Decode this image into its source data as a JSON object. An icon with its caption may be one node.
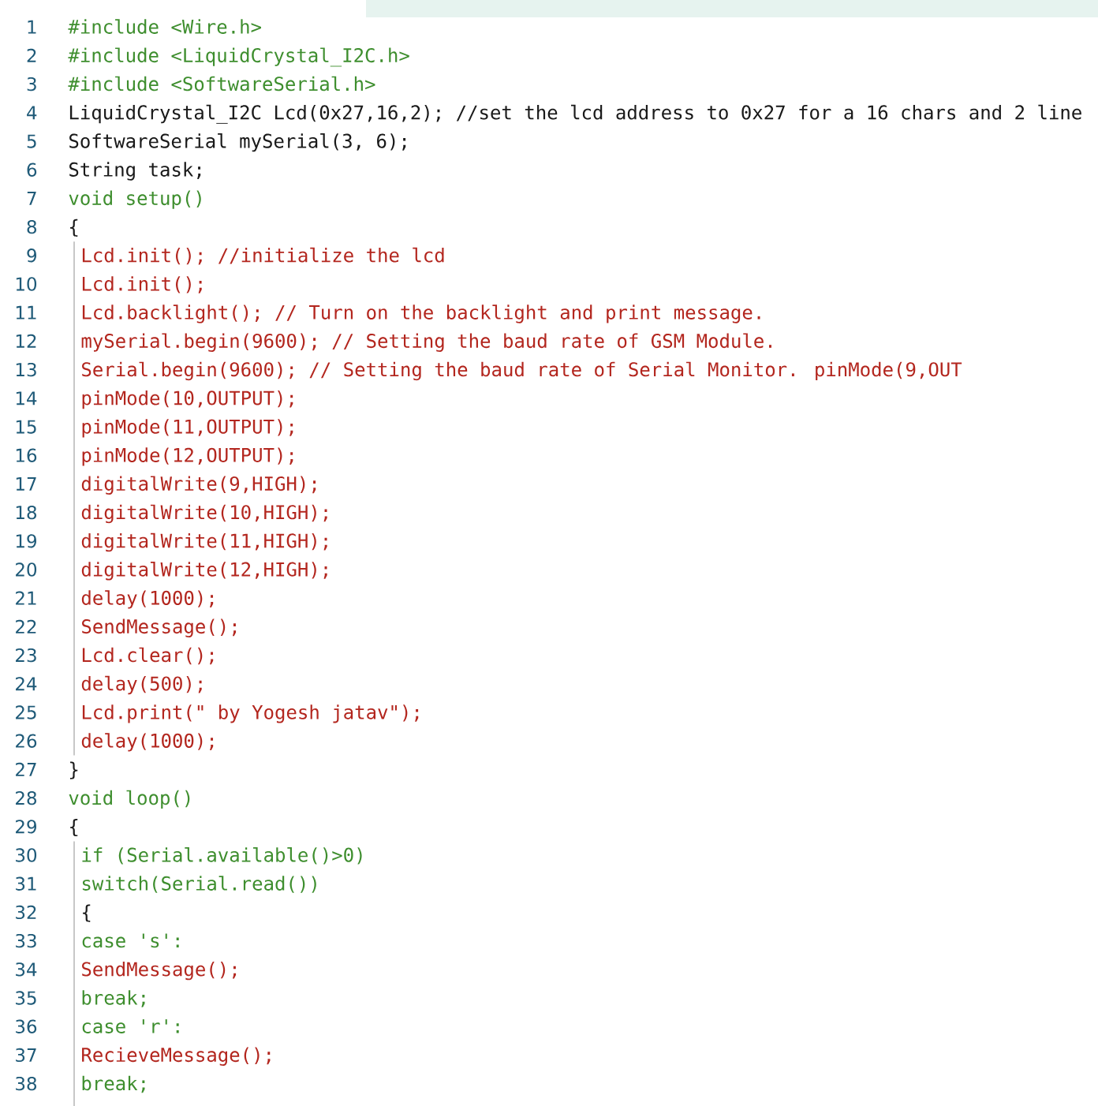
{
  "diagram": {
    "labels": [
      "1",
      "#include <Wire.h>",
      "2",
      "#include <LiquidCrystal_I2C.h>",
      "3",
      "#include <SoftwareSerial.h>",
      "4",
      "LiquidCrystal_I2C Lcd(0x27,16,2); //set the lcd address to 0x27 for a 16 chars and 2 line",
      "5",
      "SoftwareSerial mySerial(3, 6);",
      "6",
      "String task;",
      "7",
      "void setup()",
      "8",
      "{",
      "9",
      "Lcd.init(); //initialize the lcd",
      "10",
      "Lcd.init();",
      "11",
      "Lcd.backlight(); // Turn on the backlight and print message.",
      "12",
      "mySerial.begin(9600); // Setting the baud rate of GSM Module.",
      "13",
      "Serial.begin(9600); // Setting the baud rate of Serial Monitor. pinMode(9,OUT",
      "14",
      "pinMode(10,OUTPUT);",
      "15",
      "pinMode(11,OUTPUT);",
      "16",
      "pinMode(12,OUTPUT);",
      "17",
      "digitalWrite(9,HIGH);",
      "18",
      "digitalWrite(10,HIGH);",
      "19",
      "digitalWrite(11,HIGH);",
      "20",
      "digitalWrite(12,HIGH);",
      "21",
      "delay(1000);",
      "22",
      "SendMessage();",
      "23",
      "Lcd.clear();",
      "24",
      "delay(500);",
      "25",
      "Lcd.print(\" by Yogesh jatav\");",
      "26",
      "delay(1000);",
      "27",
      "}",
      "28",
      "void loop()",
      "29",
      "{",
      "30",
      "if (Serial.available()>0)",
      "31",
      "switch(Serial.read())",
      "32",
      "{",
      "33",
      "case 's':",
      "34",
      "SendMessage();",
      "35",
      "break;",
      "36",
      "case 'r':",
      "37",
      "RecieveMessage();",
      "38",
      "break;"
    ]
  }
}
